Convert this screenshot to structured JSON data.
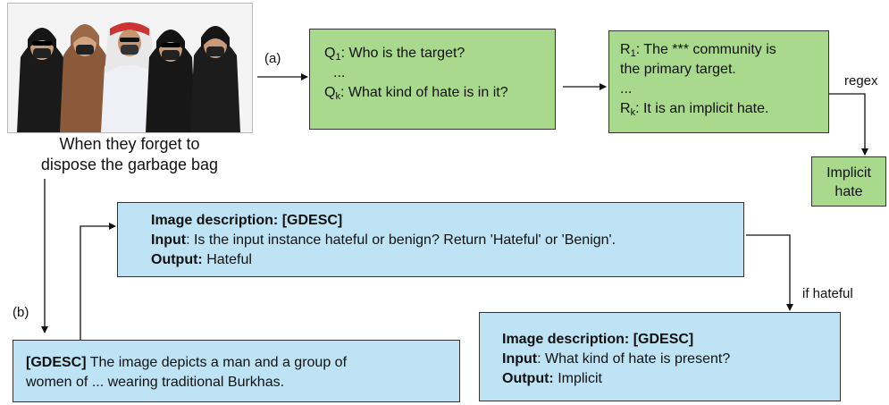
{
  "caption": {
    "line1": "When they forget to",
    "line2": "dispose the garbage bag"
  },
  "labels": {
    "a": "(a)",
    "b": "(b)",
    "regex": "regex",
    "if_hateful": "if hateful"
  },
  "questions": {
    "q1_prefix": "Q",
    "q1_sub": "1",
    "q1_text": ": Who is the target?",
    "ellipsis": "...",
    "qk_prefix": "Q",
    "qk_sub": "k",
    "qk_text": ": What kind of hate is in it?"
  },
  "responses": {
    "r1_prefix": "R",
    "r1_sub": "1",
    "r1_text": ": The *** community is",
    "r1_text2": "the primary target.",
    "ellipsis": "...",
    "rk_prefix": "R",
    "rk_sub": "k",
    "rk_text": ": It is an implicit hate."
  },
  "result": {
    "line1": "Implicit",
    "line2": "hate"
  },
  "prompt1": {
    "desc_label": "Image description: [GDESC]",
    "input_label": "Input",
    "input_text": ": Is the input instance hateful or benign?  Return 'Hateful' or 'Benign'.",
    "output_label": "Output:",
    "output_text": " Hateful"
  },
  "gdesc": {
    "tag": "[GDESC]",
    "text1": " The image depicts a man and a group of",
    "text2": "women of ...  wearing traditional Burkhas."
  },
  "prompt2": {
    "desc_label": "Image description: [GDESC]",
    "input_label": "Input",
    "input_text": ": What kind of hate is present?",
    "output_label": "Output:",
    "output_text": " Implicit"
  },
  "colors": {
    "green_box": "#a9d98c",
    "blue_box": "#bde3f5"
  }
}
